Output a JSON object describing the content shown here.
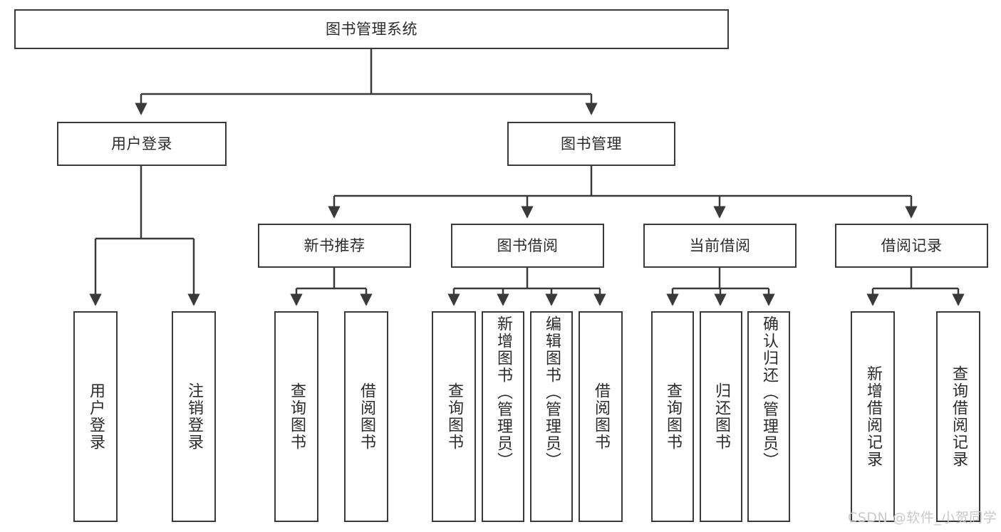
{
  "diagram": {
    "title": "图书管理系统",
    "type": "tree-hierarchy",
    "root": {
      "id": "root",
      "label": "图书管理系统"
    },
    "level1": [
      {
        "id": "user-login",
        "label": "用户登录"
      },
      {
        "id": "book-management",
        "label": "图书管理"
      }
    ],
    "level2": [
      {
        "id": "new-book-recommend",
        "label": "新书推荐",
        "parent": "book-management"
      },
      {
        "id": "book-borrow",
        "label": "图书借阅",
        "parent": "book-management"
      },
      {
        "id": "current-borrow",
        "label": "当前借阅",
        "parent": "book-management"
      },
      {
        "id": "borrow-record",
        "label": "借阅记录",
        "parent": "book-management"
      }
    ],
    "leaves": [
      {
        "id": "leaf-user-login",
        "label": "用户登录",
        "parent": "user-login"
      },
      {
        "id": "leaf-logout-login",
        "label": "注销登录",
        "parent": "user-login"
      },
      {
        "id": "leaf-query-book-1",
        "label": "查询图书",
        "parent": "new-book-recommend"
      },
      {
        "id": "leaf-borrow-book-1",
        "label": "借阅图书",
        "parent": "new-book-recommend"
      },
      {
        "id": "leaf-query-book-2",
        "label": "查询图书",
        "parent": "book-borrow"
      },
      {
        "id": "leaf-add-book",
        "label": "新增图书（管理员）",
        "parent": "book-borrow"
      },
      {
        "id": "leaf-edit-book",
        "label": "编辑图书（管理员）",
        "parent": "book-borrow"
      },
      {
        "id": "leaf-borrow-book-2",
        "label": "借阅图书",
        "parent": "book-borrow"
      },
      {
        "id": "leaf-query-book-3",
        "label": "查询图书",
        "parent": "current-borrow"
      },
      {
        "id": "leaf-return-book",
        "label": "归还图书",
        "parent": "current-borrow"
      },
      {
        "id": "leaf-confirm-return",
        "label": "确认归还（管理员）",
        "parent": "current-borrow"
      },
      {
        "id": "leaf-add-record",
        "label": "新增借阅记录",
        "parent": "borrow-record"
      },
      {
        "id": "leaf-query-record",
        "label": "查询借阅记录",
        "parent": "borrow-record"
      }
    ]
  },
  "watermark": {
    "text": "CSDN @软件_小贺同学",
    "color": "#c9c9c9"
  },
  "style": {
    "box_border_color": "#3a3a3a",
    "box_fill": "#ffffff",
    "edge_color": "#3a3a3a",
    "background": "#ffffff"
  }
}
